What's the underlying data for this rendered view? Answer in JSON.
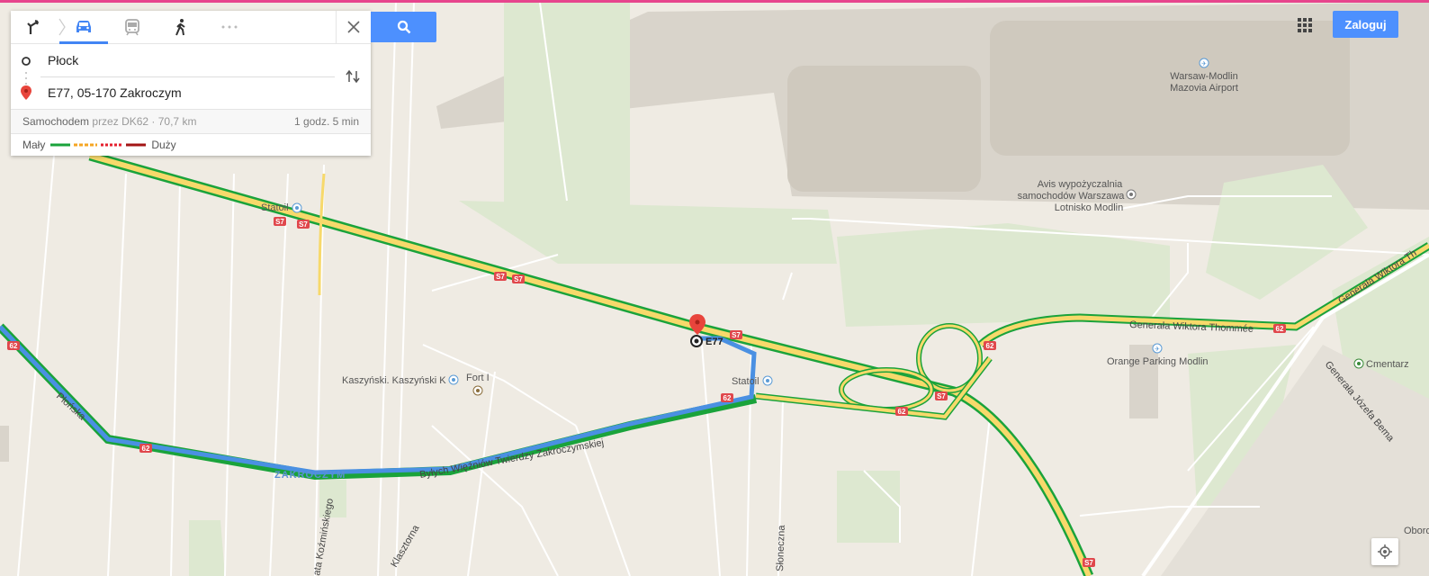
{
  "topbar_color": "#e7458d",
  "route": {
    "origin": "Płock",
    "destination": "E77, 05-170 Zakroczym",
    "mode_label": "Samochodem",
    "via": "przez DK62 · 70,7 km",
    "duration": "1 godz. 5 min",
    "travel_modes": [
      {
        "name": "directions-icon",
        "active": false
      },
      {
        "name": "car-icon",
        "active": true
      },
      {
        "name": "transit-icon",
        "active": false
      },
      {
        "name": "walk-icon",
        "active": false
      },
      {
        "name": "more-icon",
        "active": false
      }
    ]
  },
  "traffic_legend": {
    "low": "Mały",
    "high": "Duży",
    "colors": [
      "#1aa33b",
      "#f5a623",
      "#e5202e",
      "#a31515"
    ]
  },
  "header": {
    "login": "Zaloguj"
  },
  "colors": {
    "accent": "#4d90fe",
    "route": "#4a90e2",
    "highway": "#f7d96b",
    "traffic_ok": "#1aa33b",
    "marker": "#e8453c"
  },
  "map_labels": {
    "airport": "Warsaw-Modlin\nMazovia Airport",
    "airport_line1": "Warsaw-Modlin",
    "airport_line2": "Mazovia Airport",
    "avis_line1": "Avis wypożyczalnia",
    "avis_line2": "samochodów Warszawa",
    "avis_line3": "Lotnisko Modlin",
    "statoil_1": "Statoil",
    "statoil_2": "Statoil",
    "kaszynski": "Kaszyński. Kaszyński K",
    "fort": "Fort I",
    "e77": "E77",
    "orange_parking": "Orange Parking Modlin",
    "cmentarz": "Cmentarz",
    "thommee": "Generała Wiktora Thommée",
    "thommee_2": "Generała Wiktora Th",
    "bema": "Generała Józefa Bema",
    "plonska": "Płońska",
    "zakroczym": "ZAKROCZYM",
    "wiezniow": "Byłych Więźniów Twierdzy Zakroczymskiej",
    "kozminskiego": "ata Koźmińskiego",
    "klasztorna": "Klasztorna",
    "sloneczna": "Słoneczna",
    "oboro": "Oboro"
  },
  "road_shields": {
    "s7": "S7",
    "r62": "62"
  }
}
